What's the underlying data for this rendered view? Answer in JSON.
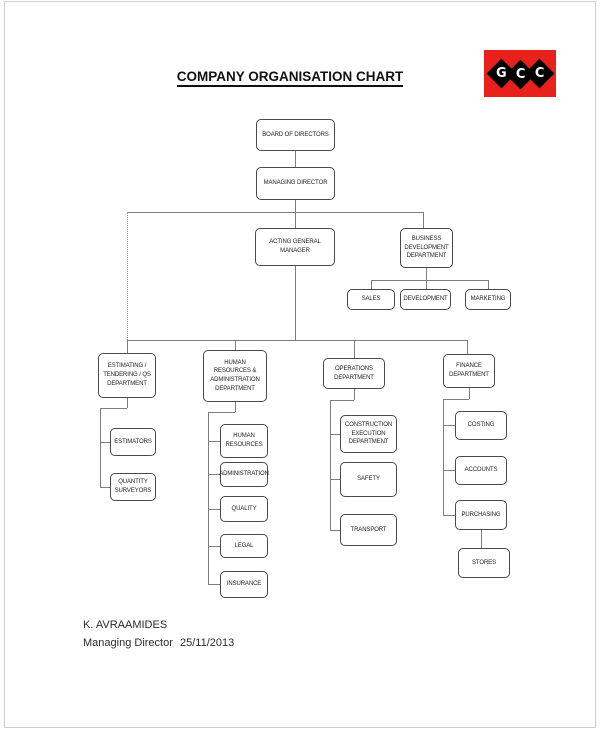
{
  "page": {
    "title": "COMPANY ORGANISATION CHART"
  },
  "logo": {
    "letters": [
      "G",
      "C",
      "C"
    ],
    "bg_color": "#e8211d",
    "diamond_color": "#000000",
    "letter_color": "#ffffff"
  },
  "chart": {
    "type": "org-chart",
    "nodes": {
      "board": "BOARD OF DIRECTORS",
      "managing": "MANAGING DIRECTOR",
      "acting_gm": "ACTING GENERAL\nMANAGER",
      "bus_dev": "BUSINESS\nDEVELOPMENT\nDEPARTMENT",
      "sales": "SALES",
      "development": "DEVELOPMENT",
      "marketing": "MARKETING",
      "estimating": "ESTIMATING /\nTENDERING / QS\nDEPARTMENT",
      "hr_admin": "HUMAN\nRESOURCES &\nADMINISTRATION\nDEPARTMENT",
      "operations": "OPERATIONS\nDEPARTMENT",
      "finance": "FINANCE\nDEPARTMENT",
      "estimators": "ESTIMATORS",
      "quantity_surveyors": "QUANTITY\nSURVEYORS",
      "human_resources": "HUMAN\nRESOURCES",
      "administration": "ADMINISTRATION",
      "quality": "QUALITY",
      "legal": "LEGAL",
      "insurance": "INSURANCE",
      "construction_execution": "CONSTRUCTION\nEXECUTION\nDEPARTMENT",
      "safety": "SAFETY",
      "transport": "TRANSPORT",
      "costing": "COSTING",
      "accounts": "ACCOUNTS",
      "purchasing": "PURCHASING",
      "stores": "STORES"
    }
  },
  "footer": {
    "name": "K. AVRAAMIDES",
    "role": "Managing Director",
    "date": "25/11/2013"
  }
}
